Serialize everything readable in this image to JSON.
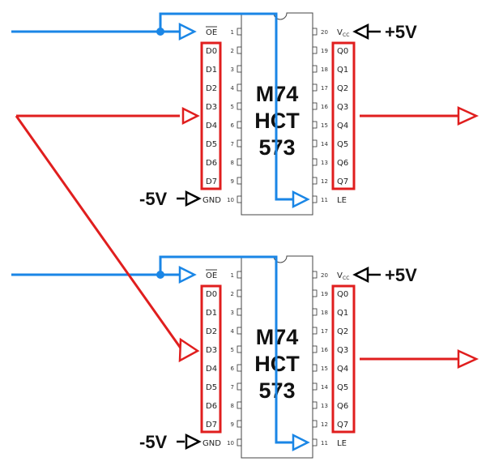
{
  "colors": {
    "blue": "#1a86e6",
    "red": "#e01e1e",
    "black": "#000000"
  },
  "chips": [
    {
      "name_lines": [
        "M74",
        "HCT",
        "573"
      ],
      "left_pins": [
        {
          "num": "1",
          "label": "OE"
        },
        {
          "num": "2",
          "label": "D0"
        },
        {
          "num": "3",
          "label": "D1"
        },
        {
          "num": "4",
          "label": "D2"
        },
        {
          "num": "5",
          "label": "D3"
        },
        {
          "num": "6",
          "label": "D4"
        },
        {
          "num": "7",
          "label": "D5"
        },
        {
          "num": "8",
          "label": "D6"
        },
        {
          "num": "9",
          "label": "D7"
        },
        {
          "num": "10",
          "label": "GND"
        }
      ],
      "right_pins": [
        {
          "num": "20",
          "label": "V"
        },
        {
          "num": "19",
          "label": "Q0"
        },
        {
          "num": "18",
          "label": "Q1"
        },
        {
          "num": "17",
          "label": "Q2"
        },
        {
          "num": "16",
          "label": "Q3"
        },
        {
          "num": "15",
          "label": "Q4"
        },
        {
          "num": "14",
          "label": "Q5"
        },
        {
          "num": "13",
          "label": "Q6"
        },
        {
          "num": "12",
          "label": "Q7"
        },
        {
          "num": "11",
          "label": "LE"
        }
      ],
      "vcc_sub": "CC",
      "supply_pos": "+5V",
      "supply_neg": "-5V"
    },
    {
      "name_lines": [
        "M74",
        "HCT",
        "573"
      ],
      "left_pins": [
        {
          "num": "1",
          "label": "OE"
        },
        {
          "num": "2",
          "label": "D0"
        },
        {
          "num": "3",
          "label": "D1"
        },
        {
          "num": "4",
          "label": "D2"
        },
        {
          "num": "5",
          "label": "D3"
        },
        {
          "num": "6",
          "label": "D4"
        },
        {
          "num": "7",
          "label": "D5"
        },
        {
          "num": "8",
          "label": "D6"
        },
        {
          "num": "9",
          "label": "D7"
        },
        {
          "num": "10",
          "label": "GND"
        }
      ],
      "right_pins": [
        {
          "num": "20",
          "label": "V"
        },
        {
          "num": "19",
          "label": "Q0"
        },
        {
          "num": "18",
          "label": "Q1"
        },
        {
          "num": "17",
          "label": "Q2"
        },
        {
          "num": "16",
          "label": "Q3"
        },
        {
          "num": "15",
          "label": "Q4"
        },
        {
          "num": "14",
          "label": "Q5"
        },
        {
          "num": "13",
          "label": "Q6"
        },
        {
          "num": "12",
          "label": "Q7"
        },
        {
          "num": "11",
          "label": "LE"
        }
      ],
      "vcc_sub": "CC",
      "supply_pos": "+5V",
      "supply_neg": "-5V"
    }
  ]
}
